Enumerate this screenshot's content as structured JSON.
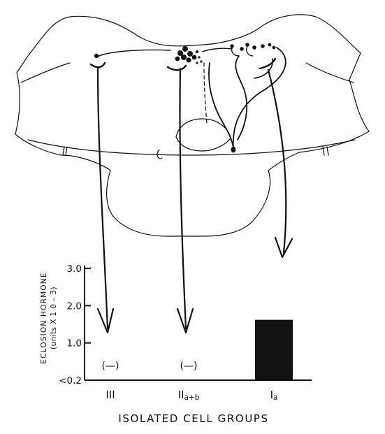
{
  "figure": {
    "caption": "ISOLATED CELL GROUPS",
    "colors": {
      "ink": "#111111",
      "background": "#ffffff",
      "bar": "#111111"
    }
  },
  "chart_data": {
    "type": "bar",
    "categories": [
      "III",
      "IIa+b",
      "Ia"
    ],
    "category_labels": [
      {
        "main": "III",
        "sub": ""
      },
      {
        "main": "II",
        "sub": "a+b"
      },
      {
        "main": "I",
        "sub": "a"
      }
    ],
    "values": [
      0,
      0,
      1.62
    ],
    "not_detected_label": "(—)",
    "not_detected": [
      true,
      true,
      false
    ],
    "ylabel": "ECLOSION HORMONE",
    "ylabel_units": "(units X 1 0 – 3)",
    "xlabel": "ISOLATED CELL GROUPS",
    "yticks": [
      {
        "value": 0,
        "label": "<0.2"
      },
      {
        "value": 1.0,
        "label": "1.0"
      },
      {
        "value": 2.0,
        "label": "2.0"
      },
      {
        "value": 3.0,
        "label": "3.0"
      }
    ],
    "ylim": [
      0,
      3.0
    ],
    "grid": false
  }
}
